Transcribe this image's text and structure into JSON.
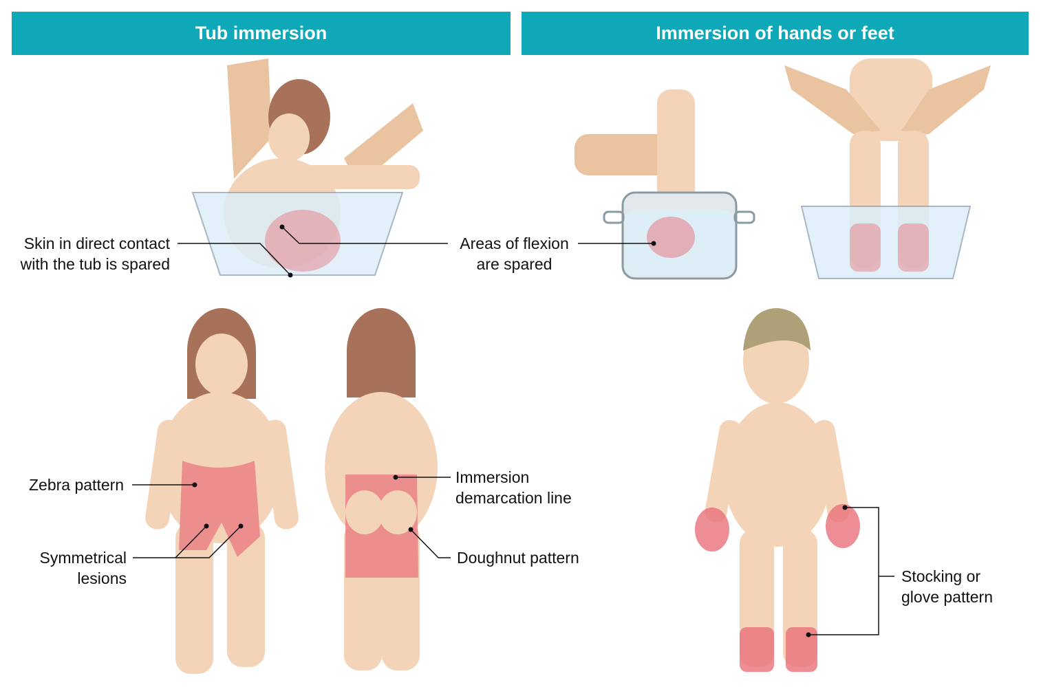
{
  "headers": {
    "left": "Tub immersion",
    "right": "Immersion of hands or feet"
  },
  "labels": {
    "skin_contact": [
      "Skin in direct contact",
      "with the tub is spared"
    ],
    "flexion": [
      "Areas of flexion",
      "are spared"
    ],
    "zebra": "Zebra pattern",
    "symmetrical": [
      "Symmetrical",
      "lesions"
    ],
    "demarcation": [
      "Immersion",
      "demarcation line"
    ],
    "doughnut": "Doughnut pattern",
    "stocking": [
      "Stocking or",
      "glove pattern"
    ]
  },
  "colors": {
    "header": "#0ea8b8",
    "skin": "#f3d4b8",
    "burn": "#e8707a",
    "hair": "#a8725a",
    "water": "#dceef8"
  }
}
